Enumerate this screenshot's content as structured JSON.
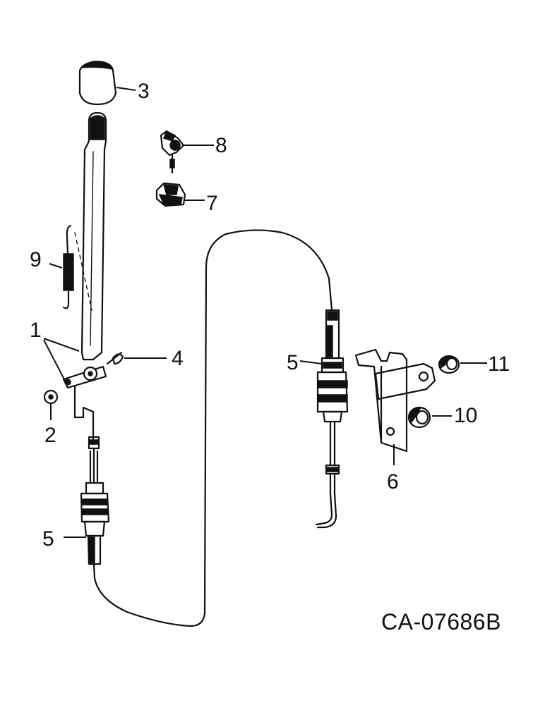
{
  "figure_id": "CA-07686B",
  "callouts": {
    "c1": "1",
    "c2": "2",
    "c3": "3",
    "c4": "4",
    "c5a": "5",
    "c5b": "5",
    "c6": "6",
    "c7": "7",
    "c8": "8",
    "c9": "9",
    "c10": "10",
    "c11": "11"
  }
}
